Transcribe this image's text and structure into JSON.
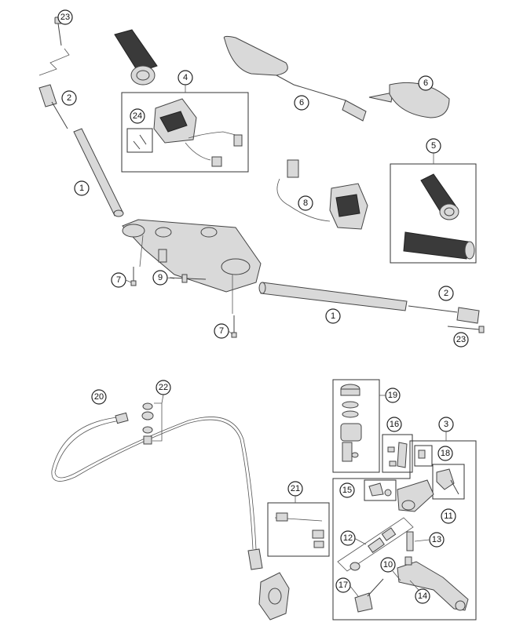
{
  "callouts": [
    "23",
    "2",
    "4",
    "24",
    "6",
    "6",
    "5",
    "1",
    "8",
    "7",
    "9",
    "1",
    "2",
    "7",
    "23",
    "20",
    "22",
    "19",
    "16",
    "3",
    "18",
    "21",
    "15",
    "11",
    "12",
    "13",
    "10",
    "17",
    "14"
  ]
}
